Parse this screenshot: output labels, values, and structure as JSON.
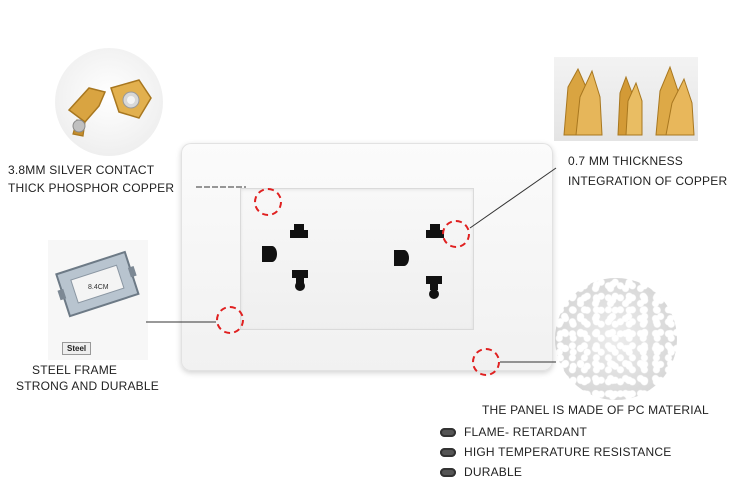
{
  "callouts": {
    "contact": {
      "line1": "3.8MM SILVER CONTACT",
      "line2": "THICK  PHOSPHOR COPPER"
    },
    "copper": {
      "line1": "0.7 MM THICKNESS",
      "line2": "INTEGRATION OF COPPER"
    },
    "frame": {
      "line1": "STEEL FRAME",
      "line2": "STRONG AND DURABLE",
      "tag": "Steel",
      "dimension": "8.4CM"
    },
    "panel": {
      "heading": "THE PANEL IS MADE OF PC MATERIAL",
      "features": [
        "FLAME- RETARDANT",
        "HIGH TEMPERATURE RESISTANCE",
        "DURABLE"
      ]
    }
  },
  "colors": {
    "callout_ring": "#e02020",
    "plate": "#f4f4f4",
    "copper": "#d9a441"
  },
  "icons": [
    "bullet-pill-icon",
    "callout-ring-icon"
  ]
}
